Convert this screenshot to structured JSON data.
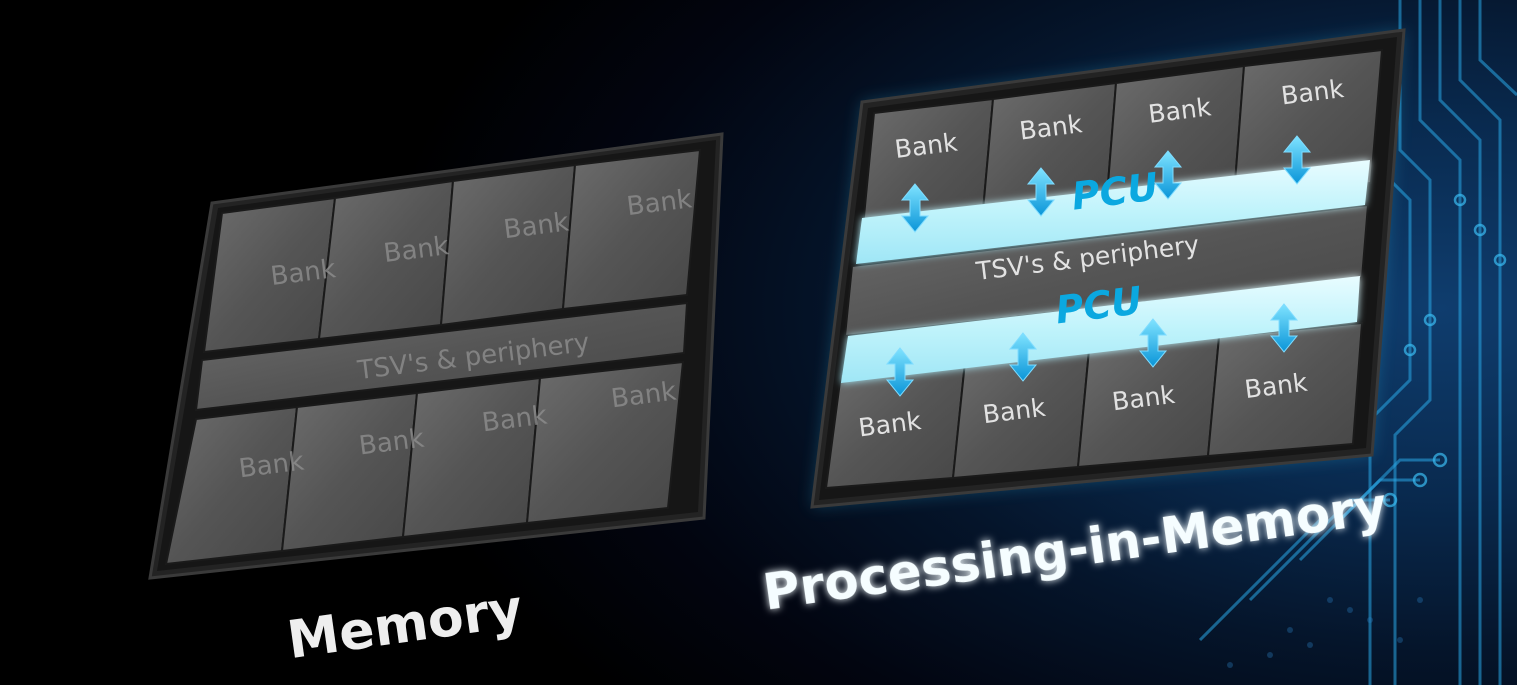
{
  "memory_chip": {
    "top_banks": [
      "Bank",
      "Bank",
      "Bank",
      "Bank"
    ],
    "periphery": "TSV's & periphery",
    "bottom_banks": [
      "Bank",
      "Bank",
      "Bank",
      "Bank"
    ],
    "caption": "Memory"
  },
  "pim_chip": {
    "top_banks": [
      "Bank",
      "Bank",
      "Bank",
      "Bank"
    ],
    "pcu_top": "PCU",
    "periphery": "TSV's & periphery",
    "pcu_bottom": "PCU",
    "bottom_banks": [
      "Bank",
      "Bank",
      "Bank",
      "Bank"
    ],
    "caption": "Processing-in-Memory"
  },
  "colors": {
    "pcu_band": "#bff3fb",
    "pcu_text": "#0ba8e0",
    "arrow": "#19b4f0",
    "circuit": "#2aa8e6",
    "background": "#020510"
  }
}
